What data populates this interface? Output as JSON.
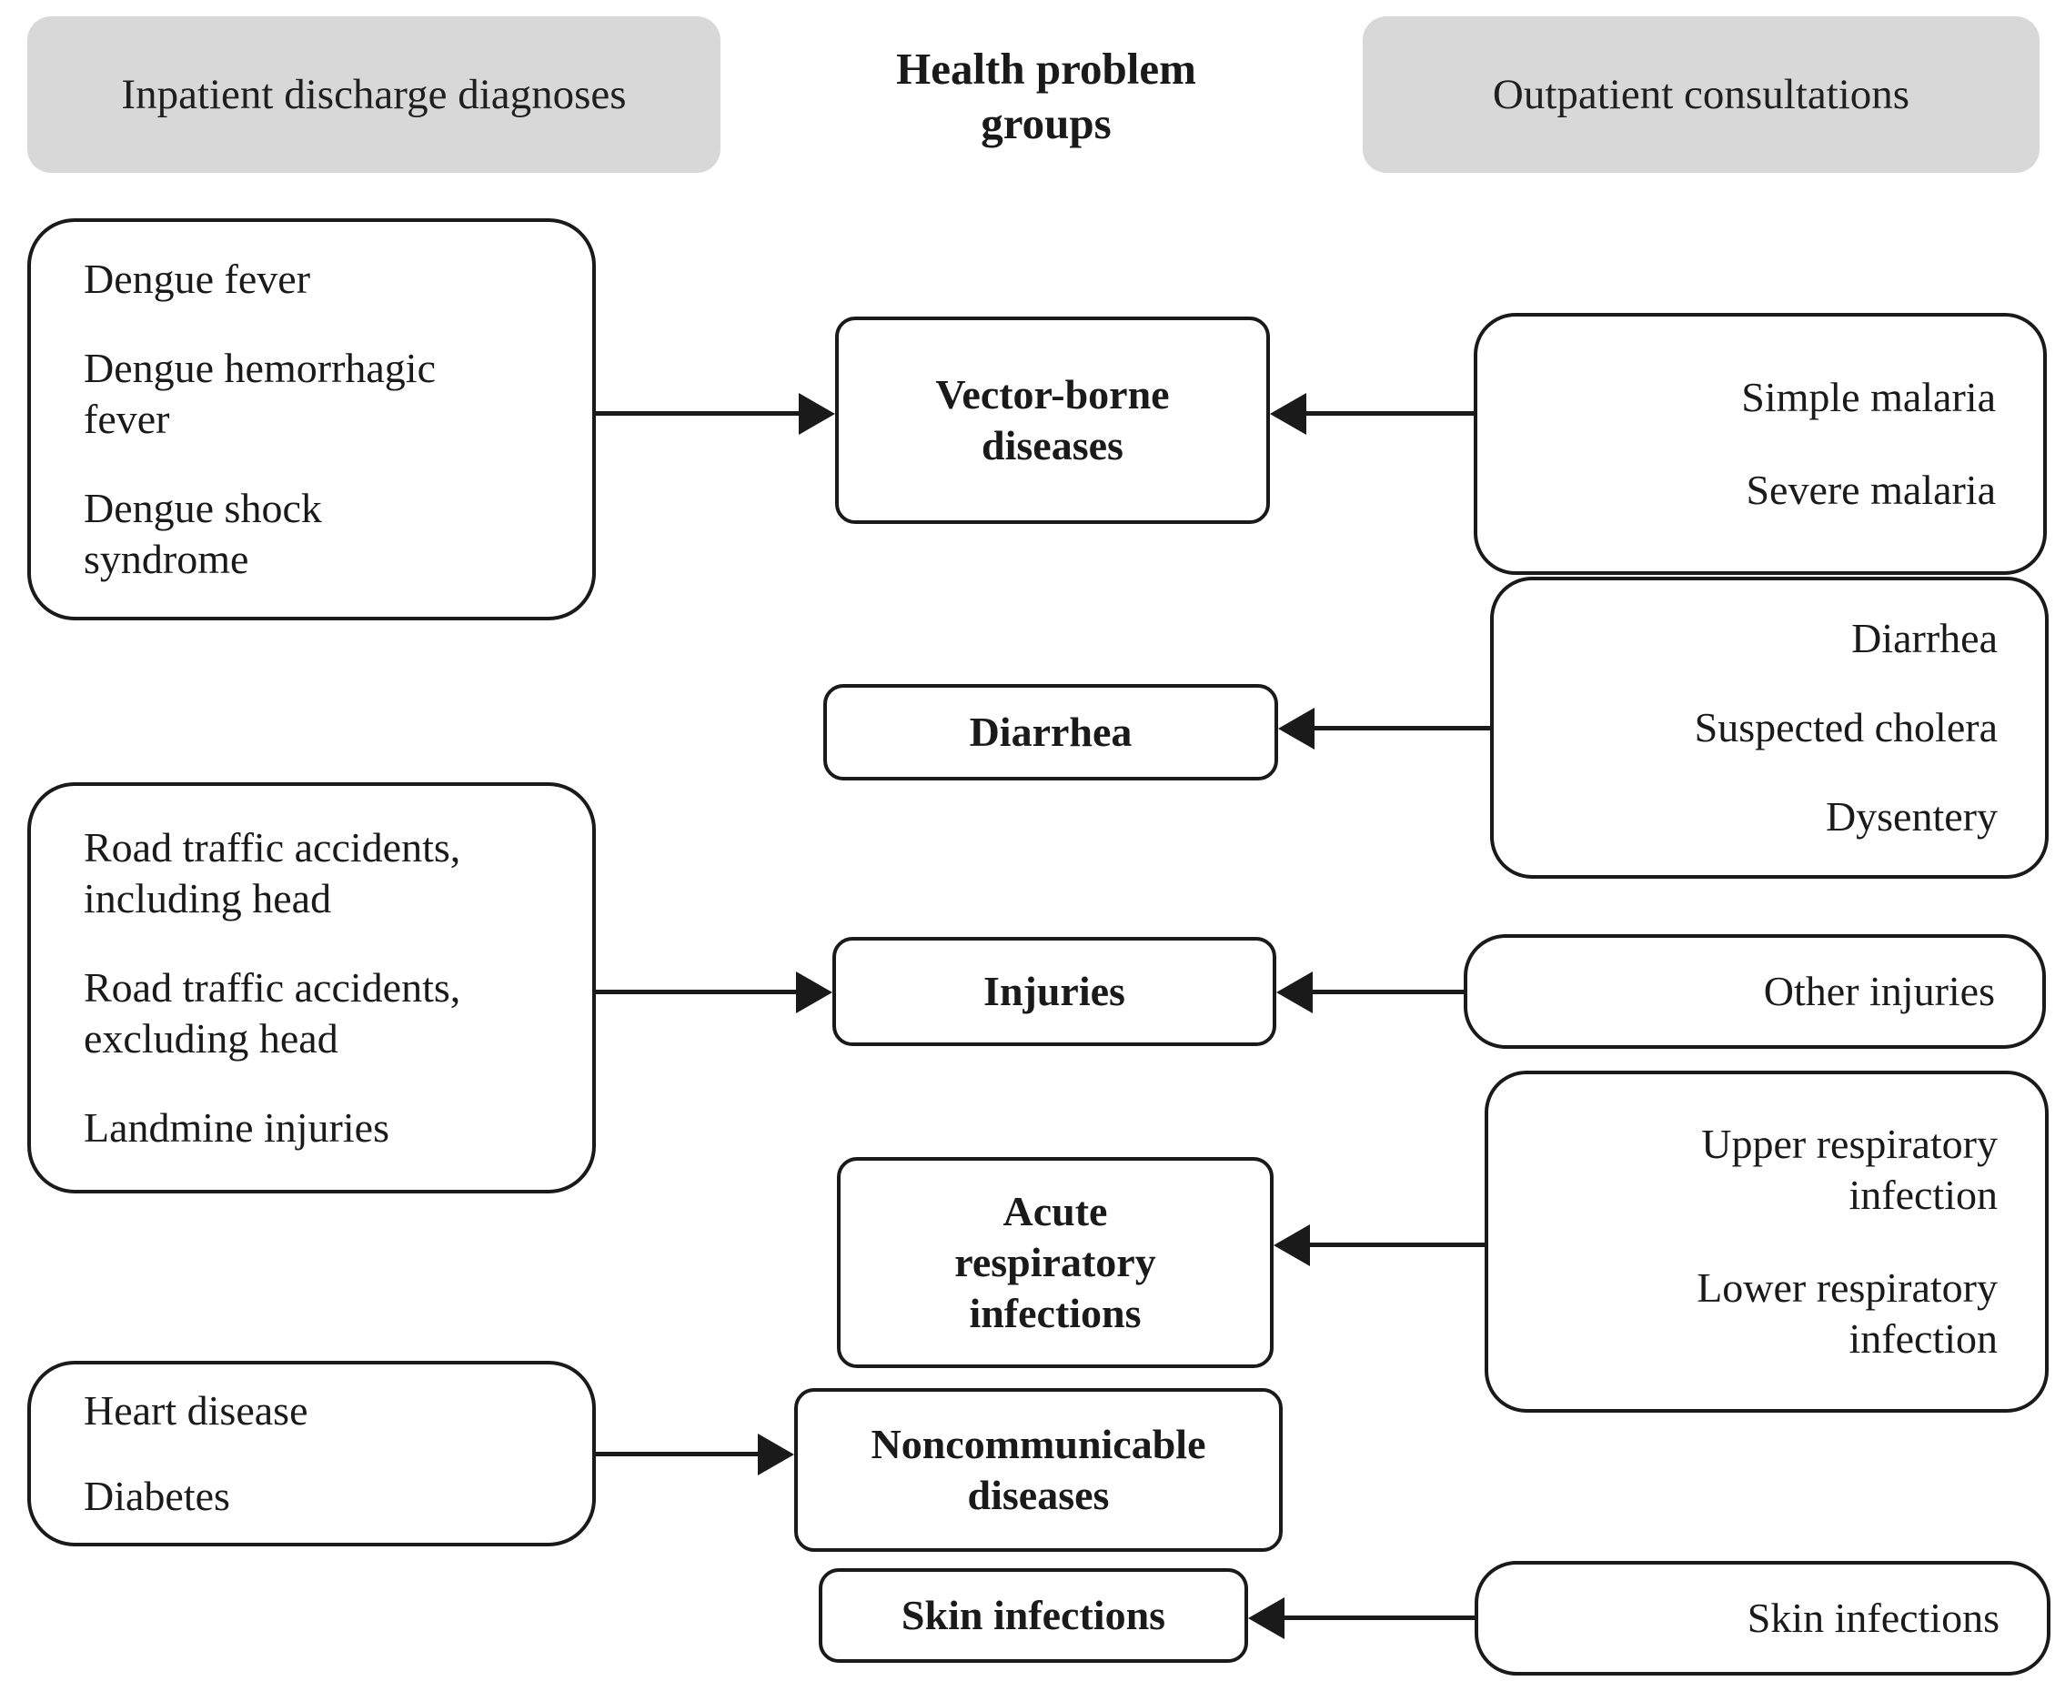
{
  "colors": {
    "background": "#ffffff",
    "header_bg": "#d8d8d8",
    "box_border": "#1a1a1a",
    "text": "#1a1a1a",
    "arrow": "#1a1a1a"
  },
  "headers": {
    "left": "Inpatient discharge diagnoses",
    "center": "Health problem\ngroups",
    "right": "Outpatient consultations"
  },
  "inpatient": {
    "dengue": [
      "Dengue fever",
      "Dengue hemorrhagic\nfever",
      "Dengue shock\nsyndrome"
    ],
    "injuries": [
      "Road traffic accidents,\nincluding head",
      "Road traffic accidents,\nexcluding head",
      "Landmine injuries"
    ],
    "ncd": [
      "Heart disease",
      "Diabetes"
    ]
  },
  "groups": {
    "vector": "Vector-borne\ndiseases",
    "diarrhea": "Diarrhea",
    "injuries": "Injuries",
    "acute_respiratory": "Acute\nrespiratory\ninfections",
    "noncommunicable": "Noncommunicable\ndiseases",
    "skin": "Skin infections"
  },
  "outpatient": {
    "malaria": [
      "Simple malaria",
      "Severe malaria"
    ],
    "diarrhea": [
      "Diarrhea",
      "Suspected cholera",
      "Dysentery"
    ],
    "other_injuries": [
      "Other injuries"
    ],
    "respiratory": [
      "Upper respiratory\ninfection",
      "Lower respiratory\ninfection"
    ],
    "skin": [
      "Skin infections"
    ]
  }
}
